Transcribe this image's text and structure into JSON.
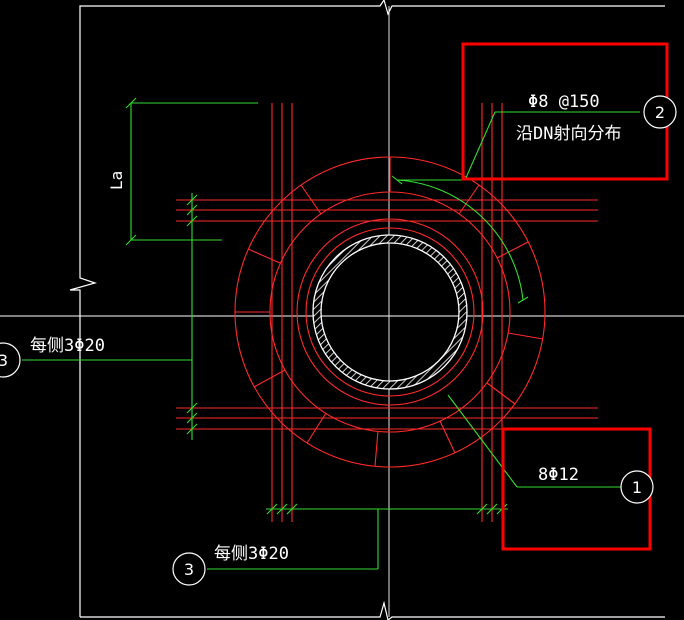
{
  "labels": {
    "la": "La",
    "stirrup_spec": "Φ8 @150",
    "stirrup_note": "沿DN射向分布",
    "ring_bars": "8Φ12",
    "left_bars": "每侧3Φ20",
    "bottom_bars": "每侧3Φ20"
  },
  "callouts": {
    "c1": "1",
    "c2": "2",
    "c3_left": "3",
    "c3_bottom": "3"
  },
  "colors": {
    "background": "#000000",
    "outline": "#ffffff",
    "rebar": "#ff2a2a",
    "leader": "#33dd33",
    "highlight_box": "#ff0000"
  }
}
